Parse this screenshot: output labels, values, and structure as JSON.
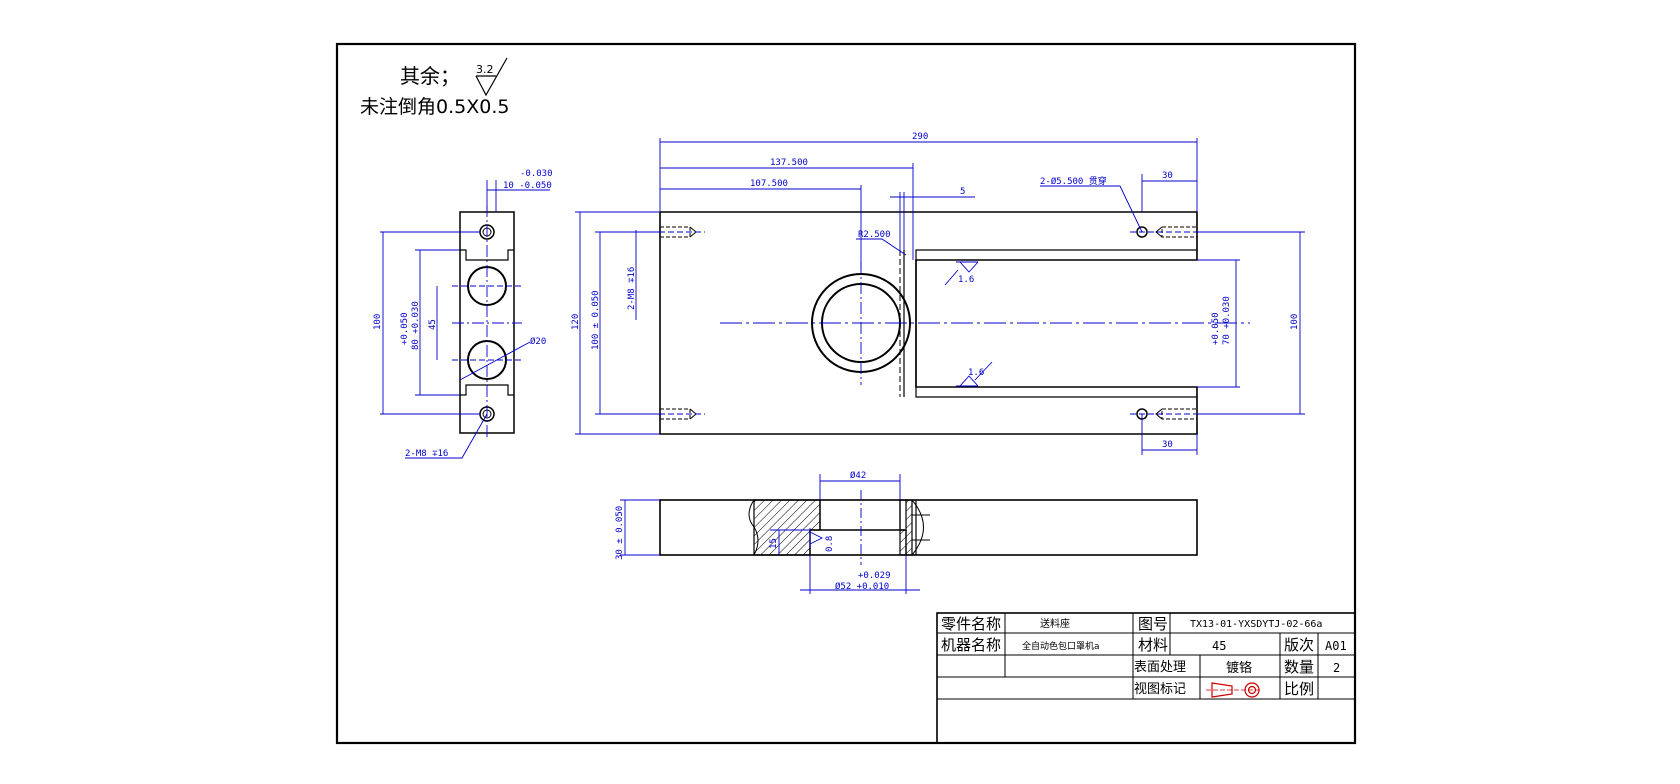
{
  "notes": {
    "remaining_prefix": "其余；",
    "remaining_roughness": "3.2",
    "chamfer_note": "未注倒角0.5X0.5"
  },
  "dimensions": {
    "side_tol_upper": "-0.030",
    "side_width": "10 -0.050",
    "side_height_100": "100",
    "side_80_tol": "+0.050",
    "side_80": "80 +0.030",
    "side_45": "45",
    "side_dia20": "Ø20",
    "side_holes": "2-M8 ∓16",
    "front_290": "290",
    "front_137_5": "137.500",
    "front_107_5": "107.500",
    "front_5": "5",
    "front_hole_note": "2-Ø5.500 贯穿",
    "front_30_top": "30",
    "front_r2_5": "R2.500",
    "front_120": "120",
    "front_100_tol": "100 ± 0.050",
    "front_m8": "2-M8 ∓16",
    "front_rough_upper": "1.6",
    "front_rough_lower": "1.6",
    "front_70_tol": "+0.050",
    "front_70": "70 +0.030",
    "front_100_right": "100",
    "front_30_bottom": "30",
    "bottom_dia42": "Ø42",
    "bottom_30_tol": "30 ± 0.050",
    "bottom_15": "15",
    "bottom_rough": "0.8",
    "bottom_dia52_tol": "+0.029",
    "bottom_dia52": "Ø52 +0.010"
  },
  "title_block": {
    "part_name_label": "零件名称",
    "part_name_value": "送料座",
    "drawing_no_label": "图号",
    "drawing_no_value": "TX13-01-YXSDYTJ-02-66a",
    "machine_name_label": "机器名称",
    "machine_name_value": "全自动色包口罩机a",
    "material_label": "材料",
    "material_value": "45",
    "version_label": "版次",
    "version_value": "A01",
    "surface_label": "表面处理",
    "surface_value": "镀铬",
    "quantity_label": "数量",
    "quantity_value": "2",
    "view_mark_label": "视图标记",
    "scale_label": "比例",
    "scale_value": ""
  },
  "colors": {
    "outline": "#000000",
    "dimension": "#0000cc",
    "background": "#ffffff"
  }
}
